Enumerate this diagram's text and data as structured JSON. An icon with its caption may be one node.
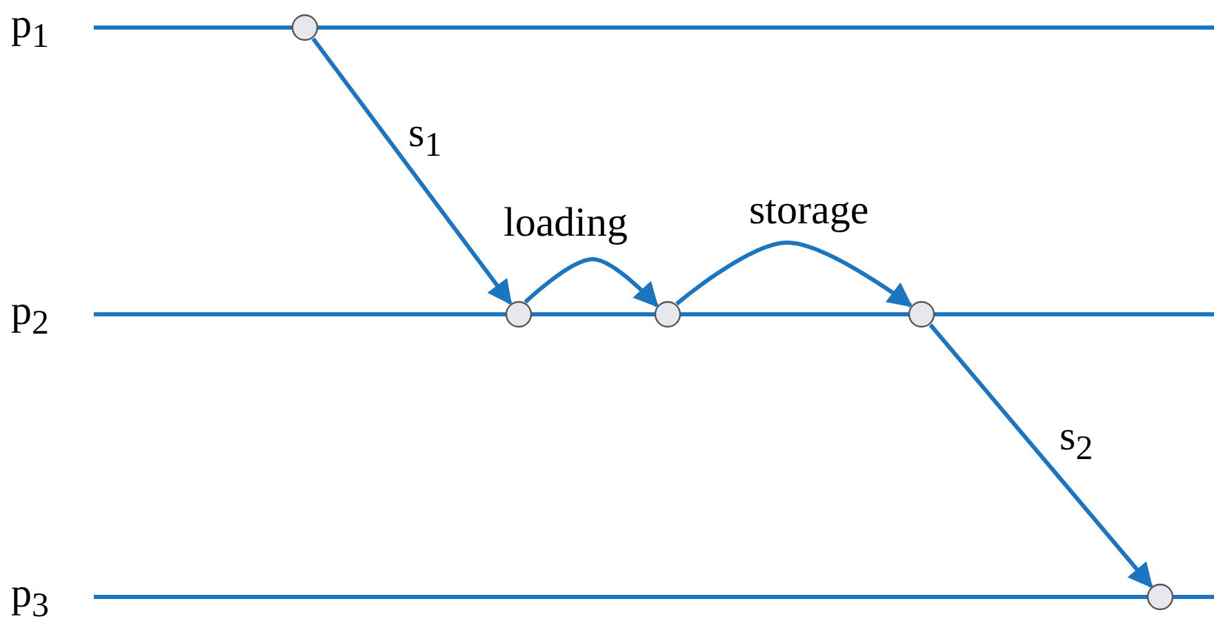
{
  "diagram": {
    "nodes": [
      {
        "text": [
          "p$_{1}$"
        ]
      },
      {
        "text": [],
        "shape": "circle",
        "in": 0
      },
      {
        "text": [
          "p$_{2}$"
        ]
      },
      {
        "text": [],
        "shape": "circle",
        "in": 2
      },
      {
        "text": [],
        "shape": "circle",
        "in": 2
      },
      {
        "text": [],
        "shape": "circle",
        "in": 2
      },
      {
        "text": [
          "p$_{3}$"
        ]
      },
      {
        "text": [],
        "shape": "circle",
        "in": 6
      }
    ],
    "edges": [
      {
        "from": 1,
        "to": 3,
        "arrow": "to",
        "label": "s$_{1}$"
      },
      {
        "from": 3,
        "to": 4,
        "arrow": "to",
        "label": "loading"
      },
      {
        "from": 4,
        "to": 5,
        "arrow": "to",
        "label": "storage"
      },
      {
        "from": 5,
        "to": 7,
        "arrow": "to",
        "label": "s$_{2}$"
      }
    ]
  }
}
